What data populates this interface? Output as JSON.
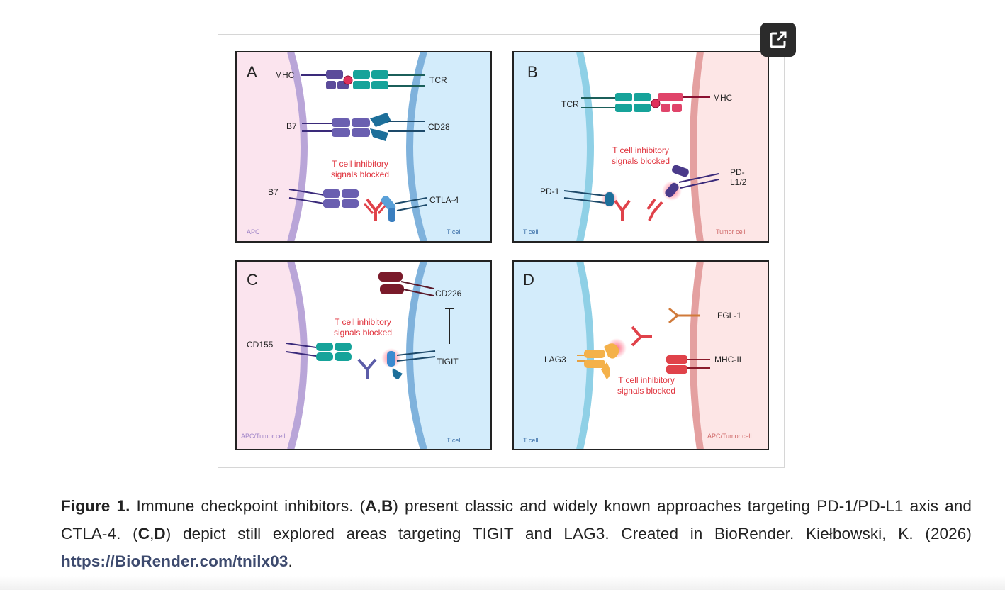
{
  "figure": {
    "panels": {
      "A": {
        "letter": "A",
        "left_cell": "APC",
        "right_cell": "T cell",
        "labels": {
          "mhc": "MHC",
          "tcr": "TCR",
          "b7_top": "B7",
          "cd28": "CD28",
          "b7_bottom": "B7",
          "ctla4": "CTLA-4"
        },
        "note": [
          "T cell inhibitory",
          "signals blocked"
        ]
      },
      "B": {
        "letter": "B",
        "left_cell": "T cell",
        "right_cell": "Tumor cell",
        "labels": {
          "tcr": "TCR",
          "mhc": "MHC",
          "pd1": "PD-1",
          "pdl": [
            "PD-",
            "L1/2"
          ]
        },
        "note": [
          "T cell inhibitory",
          "signals blocked"
        ]
      },
      "C": {
        "letter": "C",
        "left_cell": "APC/Tumor cell",
        "right_cell": "T cell",
        "labels": {
          "cd226": "CD226",
          "cd155": "CD155",
          "tigit": "TIGIT"
        },
        "note": [
          "T cell inhibitory",
          "signals blocked"
        ]
      },
      "D": {
        "letter": "D",
        "left_cell": "T cell",
        "right_cell": "APC/Tumor cell",
        "labels": {
          "fgl1": "FGL-1",
          "lag3": "LAG3",
          "mhcii": "MHC-II"
        },
        "note": [
          "T cell inhibitory",
          "signals blocked"
        ]
      }
    },
    "expand_icon": "external-link-icon"
  },
  "caption": {
    "label": "Figure 1.",
    "t1": " Immune checkpoint inhibitors. (",
    "b1": "A",
    "t2": ",",
    "b2": "B",
    "t3": ") present classic and widely known approaches targeting PD-1/PD-L1 axis and CTLA-4. (",
    "b3": "C",
    "t4": ",",
    "b4": "D",
    "t5": ") depict still explored areas targeting TIGIT and LAG3. Created in BioRender. Kiełbowski, K. (2026) ",
    "link": "https://BioRender.com/tnilx03",
    "t6": "."
  },
  "colors": {
    "apc": "#fbe4ee",
    "tcell": "#d3ecfb",
    "tumor": "#fde6e6",
    "red_text": "#e0323c",
    "purple": "#5b4b9a",
    "teal": "#16a39a",
    "red": "#e0424a"
  }
}
